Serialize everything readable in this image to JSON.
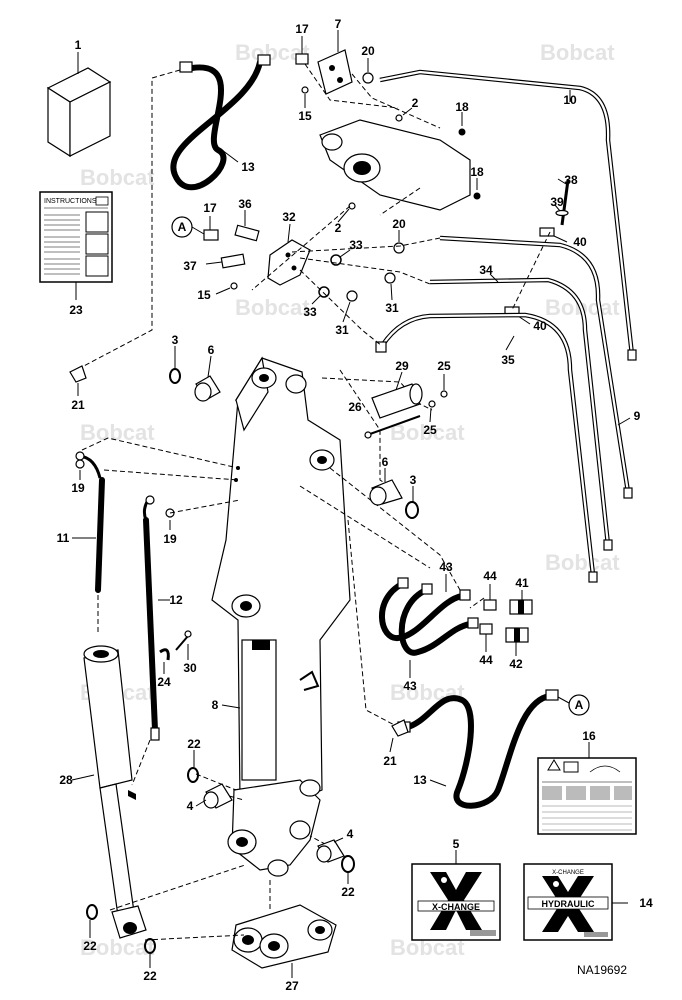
{
  "drawing_number": "NA19692",
  "watermark_text": "Bobcat",
  "instructions_title": "INSTRUCTIONS",
  "decal_5_text": "X-CHANGE",
  "decal_14_top": "X-CHANGE",
  "decal_14_text": "HYDRAULIC",
  "detail_ref": "A",
  "callouts": {
    "c1": "1",
    "c2a": "2",
    "c2b": "2",
    "c3a": "3",
    "c3b": "3",
    "c4a": "4",
    "c4b": "4",
    "c5": "5",
    "c6a": "6",
    "c6b": "6",
    "c7": "7",
    "c8": "8",
    "c9": "9",
    "c10": "10",
    "c11": "11",
    "c12": "12",
    "c13a": "13",
    "c13b": "13",
    "c14": "14",
    "c15a": "15",
    "c15b": "15",
    "c16": "16",
    "c17a": "17",
    "c17b": "17",
    "c18a": "18",
    "c18b": "18",
    "c19a": "19",
    "c19b": "19",
    "c20a": "20",
    "c20b": "20",
    "c21a": "21",
    "c21b": "21",
    "c22a": "22",
    "c22b": "22",
    "c22c": "22",
    "c22d": "22",
    "c23": "23",
    "c24": "24",
    "c25a": "25",
    "c25b": "25",
    "c26": "26",
    "c27": "27",
    "c28": "28",
    "c29": "29",
    "c30": "30",
    "c31a": "31",
    "c31b": "31",
    "c32": "32",
    "c33a": "33",
    "c33b": "33",
    "c34": "34",
    "c35": "35",
    "c36": "36",
    "c37": "37",
    "c38": "38",
    "c39": "39",
    "c40a": "40",
    "c40b": "40",
    "c41": "41",
    "c42": "42",
    "c43a": "43",
    "c43b": "43",
    "c44a": "44",
    "c44b": "44"
  }
}
